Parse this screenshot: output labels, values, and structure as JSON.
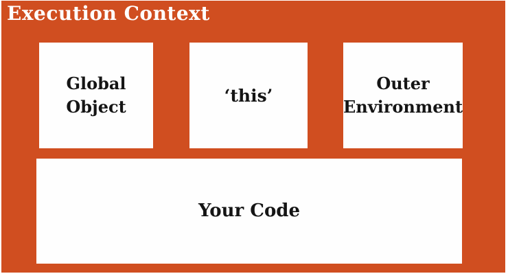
{
  "title": "Execution Context",
  "colors": {
    "canvas_background": "#d04e20",
    "box_background": "#fefefe",
    "box_text": "#151515",
    "title_text": "#ffffff",
    "page_border": "#ffffff"
  },
  "boxes": [
    {
      "id": "global-object",
      "label": "Global Object"
    },
    {
      "id": "this",
      "label": "‘this’"
    },
    {
      "id": "outer-environment",
      "label": "Outer Environment"
    },
    {
      "id": "your-code",
      "label": "Your Code"
    }
  ]
}
